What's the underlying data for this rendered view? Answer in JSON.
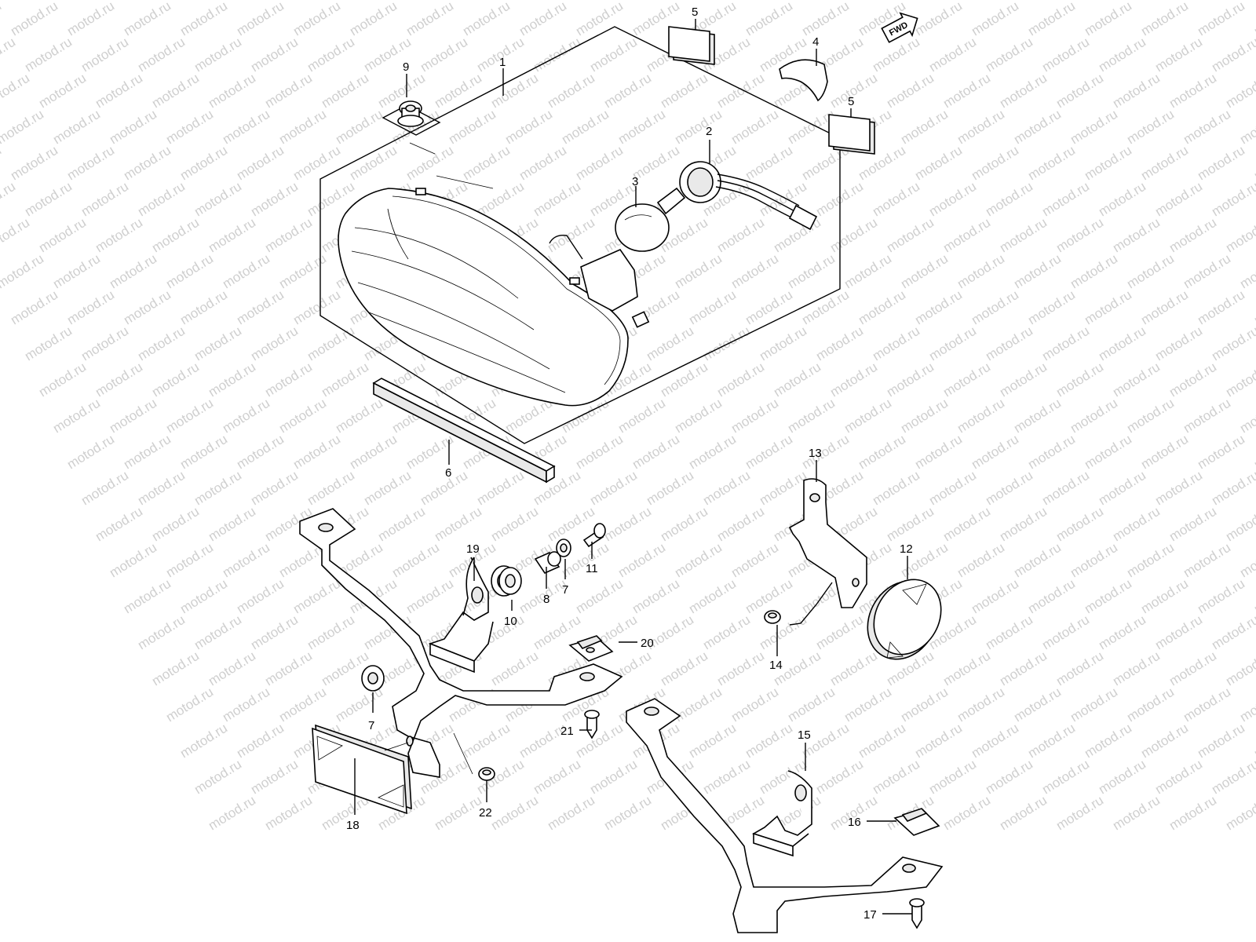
{
  "watermark": "motod.ru",
  "fwd_label": "FWD",
  "callouts": [
    {
      "id": "c1",
      "label": "1"
    },
    {
      "id": "c2",
      "label": "2"
    },
    {
      "id": "c3",
      "label": "3"
    },
    {
      "id": "c4",
      "label": "4"
    },
    {
      "id": "c5a",
      "label": "5"
    },
    {
      "id": "c5b",
      "label": "5"
    },
    {
      "id": "c6",
      "label": "6"
    },
    {
      "id": "c7a",
      "label": "7"
    },
    {
      "id": "c7b",
      "label": "7"
    },
    {
      "id": "c8",
      "label": "8"
    },
    {
      "id": "c9",
      "label": "9"
    },
    {
      "id": "c10",
      "label": "10"
    },
    {
      "id": "c11",
      "label": "11"
    },
    {
      "id": "c12",
      "label": "12"
    },
    {
      "id": "c13",
      "label": "13"
    },
    {
      "id": "c14",
      "label": "14"
    },
    {
      "id": "c15",
      "label": "15"
    },
    {
      "id": "c16",
      "label": "16"
    },
    {
      "id": "c17",
      "label": "17"
    },
    {
      "id": "c18",
      "label": "18"
    },
    {
      "id": "c19",
      "label": "19"
    },
    {
      "id": "c20",
      "label": "20"
    },
    {
      "id": "c21",
      "label": "21"
    },
    {
      "id": "c22",
      "label": "22"
    }
  ]
}
